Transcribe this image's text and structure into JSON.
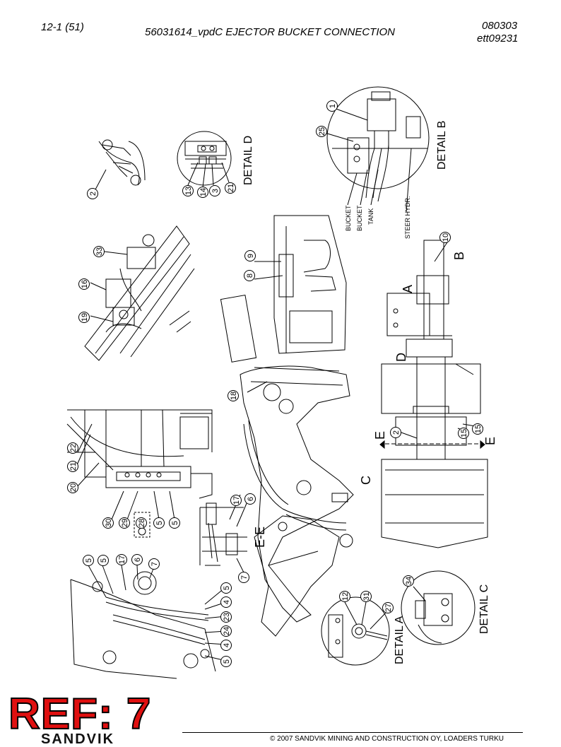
{
  "header": {
    "page_ref": "12-1 (51)",
    "title": "56031614_vpdC EJECTOR BUCKET CONNECTION",
    "date": "080303",
    "drawing_no": "ett09231"
  },
  "details": {
    "d": "DETAIL D",
    "b": "DETAIL B",
    "a": "DETAIL A",
    "c": "DETAIL C",
    "ee": "E-E"
  },
  "view_letters": {
    "a": "A",
    "b": "B",
    "c": "C",
    "d": "D",
    "e1": "E",
    "e2": "E"
  },
  "port_labels": {
    "bucket1": "BUCKET",
    "bucket2": "BUCKET",
    "tank": "TANK",
    "steer": "STEER HYDR."
  },
  "balloons": {
    "d13": "13",
    "d14": "14",
    "d3": "3",
    "d21": "21",
    "b1": "1",
    "b25": "25",
    "tl2": "2",
    "s33": "33",
    "s16": "16",
    "s19": "19",
    "m9": "9",
    "m8": "8",
    "m18": "18",
    "r10": "10",
    "r2": "2",
    "r15a": "15",
    "r15b": "15",
    "v20": "20",
    "v21": "21",
    "v22": "22",
    "v30": "30",
    "v29": "29",
    "v28": "28",
    "v5a": "5",
    "v5b": "5",
    "e17": "17",
    "e6": "6",
    "e7": "7",
    "l5a": "5",
    "l5b": "5",
    "l17": "17",
    "l6": "6",
    "l7": "7",
    "l5c": "5",
    "l4a": "4",
    "l23": "23",
    "l24": "24",
    "l4b": "4",
    "l5d": "5",
    "a12": "12",
    "a31": "31",
    "a27": "27",
    "c34": "34"
  },
  "watermark": "REF: 7",
  "brand": "SANDVIK",
  "footer": {
    "copyright": "© 2007 SANDVIK MINING AND CONSTRUCTION OY, LOADERS TURKU"
  }
}
